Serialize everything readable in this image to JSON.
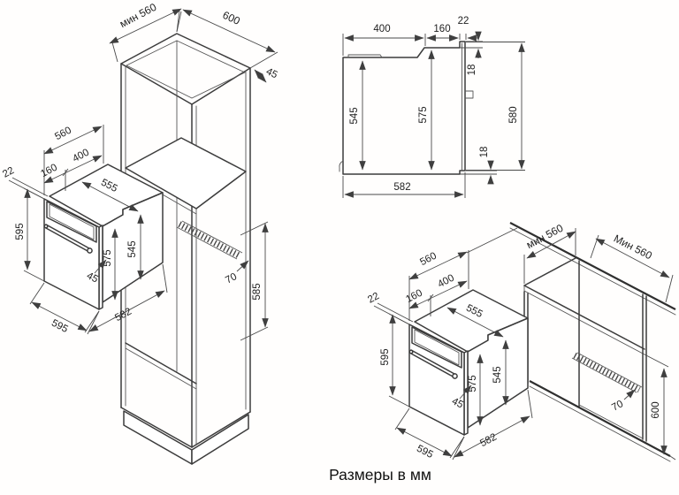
{
  "caption": "Размеры в мм",
  "labels": {
    "tall": [
      "мин 560",
      "600",
      "45",
      "70",
      "585"
    ],
    "oven_left": [
      "560",
      "400",
      "160",
      "22",
      "595",
      "555",
      "575",
      "545",
      "45",
      "595",
      "582"
    ],
    "profile": [
      "400",
      "160",
      "22",
      "18",
      "545",
      "575",
      "580",
      "18",
      "582"
    ],
    "oven_right": [
      "560",
      "400",
      "160",
      "22",
      "595",
      "555",
      "575",
      "545",
      "45",
      "595",
      "582"
    ],
    "base": [
      "мин 560",
      "Мин 560",
      "70",
      "600"
    ]
  },
  "colors": {
    "line": "#3c3c3c",
    "dim_line": "#4a4a4a",
    "text": "#1f1f1f",
    "background": "#ffffff"
  }
}
